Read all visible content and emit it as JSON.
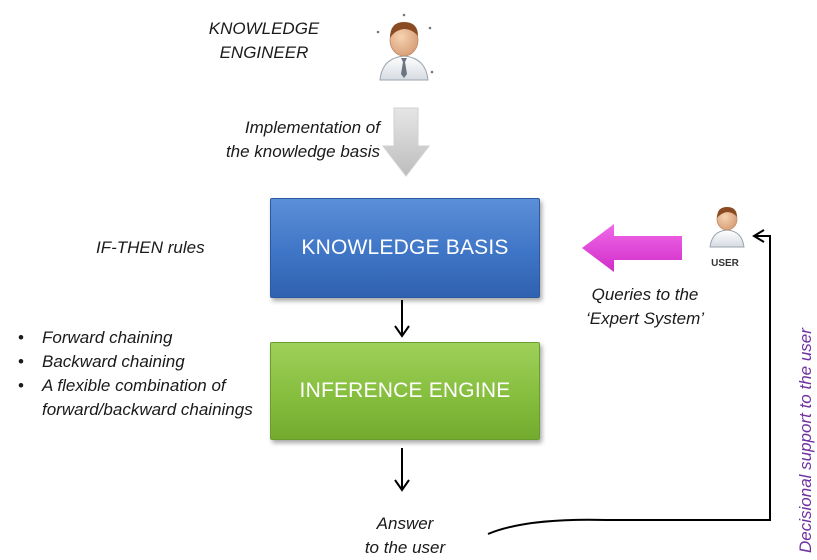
{
  "knowledge_engineer": {
    "line1": "KNOWLEDGE",
    "line2": "ENGINEER"
  },
  "implementation": {
    "line1": "Implementation of",
    "line2": "the knowledge basis"
  },
  "if_then_rules": "IF-THEN rules",
  "knowledge_basis": "KNOWLEDGE BASIS",
  "inference_engine": "INFERENCE ENGINE",
  "chaining_methods": [
    "Forward chaining",
    "Backward chaining",
    "A flexible combination of forward/backward chainings"
  ],
  "user_label": "USER",
  "queries": {
    "line1": "Queries to the",
    "line2": "‘Expert System’"
  },
  "answer": {
    "line1": "Answer",
    "line2": "to the user"
  },
  "decisional_support": "Decisional support to the user",
  "colors": {
    "knowledge_box": "#3f75c6",
    "inference_box": "#86be3e",
    "query_arrow": "#e040d8",
    "implementation_arrow": "#c8c8c8",
    "support_text": "#7030a0"
  }
}
